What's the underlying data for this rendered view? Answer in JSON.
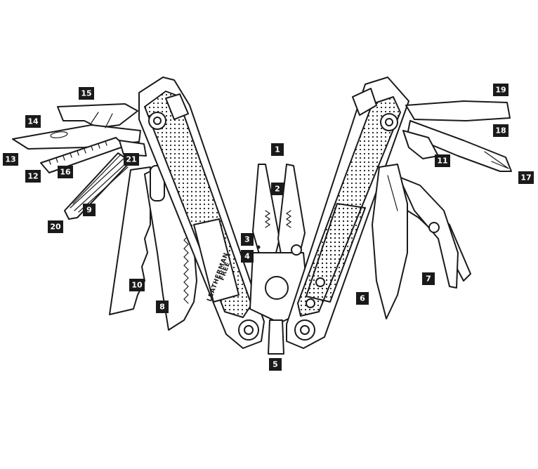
{
  "diagram": {
    "brand": "LEATHERMAN",
    "model": "FREE",
    "callouts": [
      "1",
      "2",
      "3",
      "4",
      "5",
      "6",
      "7",
      "8",
      "9",
      "10",
      "11",
      "12",
      "13",
      "14",
      "15",
      "16",
      "17",
      "18",
      "19",
      "20",
      "21"
    ]
  },
  "colors": {
    "ink": "#1a1a1a",
    "paper": "#ffffff"
  }
}
